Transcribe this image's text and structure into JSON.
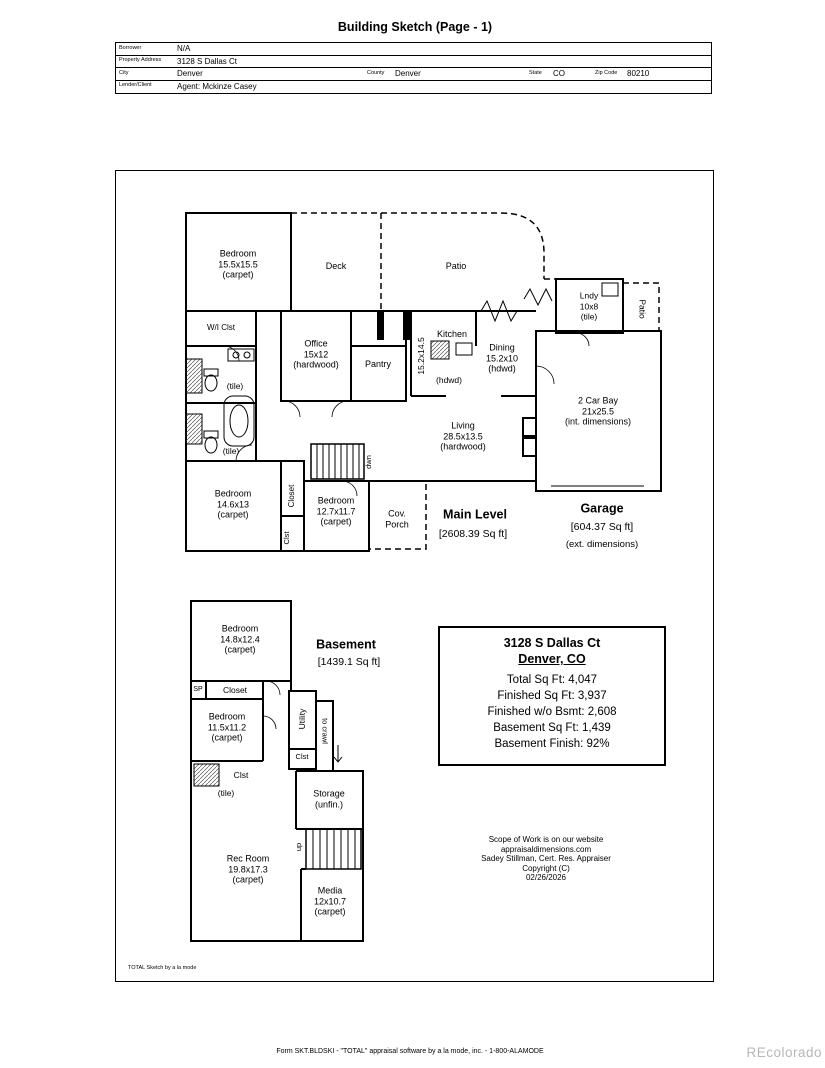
{
  "page": {
    "title": "Building Sketch (Page - 1)",
    "footer": "Form SKT.BLDSKI - \"TOTAL\" appraisal software by a la mode, inc. - 1-800-ALAMODE",
    "watermark": "REcolorado",
    "sketch_credit": "TOTAL Sketch by a la mode"
  },
  "info": {
    "borrower_label": "Borrower",
    "borrower": "N/A",
    "address_label": "Property Address",
    "address": "3128 S Dallas Ct",
    "city_label": "City",
    "city": "Denver",
    "county_label": "County",
    "county": "Denver",
    "state_label": "State",
    "state": "CO",
    "zip_label": "Zip Code",
    "zip": "80210",
    "lender_label": "Lender/Client",
    "lender": "Agent: Mckinze Casey"
  },
  "main_level": {
    "bedroom1": "Bedroom\n15.5x15.5\n(carpet)",
    "deck": "Deck",
    "patio": "Patio",
    "lndy": "Lndy\n10x8\n(tile)",
    "patio_right": "Patio",
    "wi_closet": "W/I Clst",
    "office": "Office\n15x12\n(hardwood)",
    "pantry": "Pantry",
    "kitchen_dim": "15.2x14.5",
    "kitchen": "Kitchen",
    "kitchen_floor": "(hdwd)",
    "dining": "Dining\n15.2x10\n(hdwd)",
    "car_bay": "2 Car Bay\n21x25.5\n(int. dimensions)",
    "living": "Living\n28.5x13.5\n(hardwood)",
    "tile1": "(tile)",
    "tile2": "(tile)",
    "bedroom2": "Bedroom\n14.6x13\n(carpet)",
    "closet": "Closet",
    "bedroom3": "Bedroom\n12.7x11.7\n(carpet)",
    "clst": "Clst",
    "cov_porch": "Cov.\nPorch",
    "stairs_down": "dwn",
    "title": "Main Level",
    "sqft": "[2608.39 Sq ft]",
    "garage_title": "Garage",
    "garage_sqft": "[604.37 Sq ft]",
    "garage_note": "(ext. dimensions)"
  },
  "basement": {
    "bedroom1": "Bedroom\n14.8x12.4\n(carpet)",
    "title": "Basement",
    "sqft": "[1439.1 Sq ft]",
    "sp": "SP",
    "closet": "Closet",
    "bedroom2": "Bedroom\n11.5x11.2\n(carpet)",
    "utility": "Utility",
    "to_crawl": "to crawl",
    "clst1": "Clst",
    "clst2": "Clst",
    "tile": "(tile)",
    "storage": "Storage\n(unfin.)",
    "rec_room": "Rec Room\n19.8x17.3\n(carpet)",
    "stairs_up": "up",
    "media": "Media\n12x10.7\n(carpet)"
  },
  "summary": {
    "address": "3128 S Dallas Ct",
    "city": "Denver, CO",
    "lines": [
      "Total Sq Ft: 4,047",
      "Finished Sq Ft: 3,937",
      "Finished w/o Bsmt: 2,608",
      "Basement Sq Ft: 1,439",
      "Basement Finish: 92%"
    ]
  },
  "scope": "Scope of Work is on our website\nappraisaldimensions.com\nSadey Stillman, Cert. Res. Appraiser\nCopyright (C)\n02/26/2026"
}
